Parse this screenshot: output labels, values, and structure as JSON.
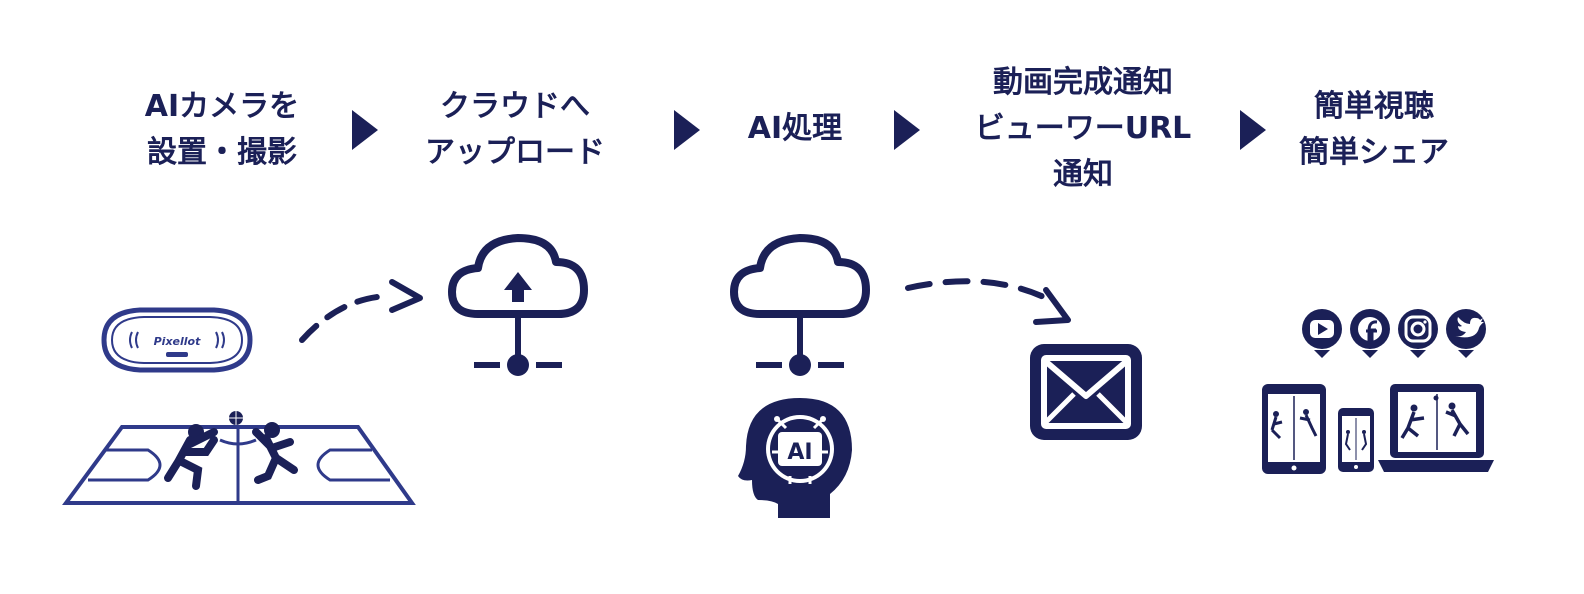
{
  "colors": {
    "navy": "#1b2057",
    "outline": "#2f3a8a",
    "white": "#ffffff"
  },
  "steps": [
    {
      "lines": [
        "AIカメラを",
        "設置・撮影"
      ]
    },
    {
      "lines": [
        "クラウドへ",
        "アップロード"
      ]
    },
    {
      "lines": [
        "AI処理"
      ]
    },
    {
      "lines": [
        "動画完成通知",
        "ビューワーURL",
        "通知"
      ]
    },
    {
      "lines": [
        "簡単視聴",
        "簡単シェア"
      ]
    }
  ],
  "camera_brand": "Pixellot",
  "ai_badge": "AI",
  "icons": {
    "camera": "pixellot-camera-icon",
    "court": "basketball-court-players-icon",
    "upload": "cloud-upload-network-icon",
    "cloud": "cloud-network-icon",
    "ai_head": "ai-brain-head-icon",
    "mail": "envelope-icon",
    "social": [
      "youtube-icon",
      "facebook-icon",
      "instagram-icon",
      "twitter-icon"
    ],
    "devices": "multi-device-icon"
  }
}
